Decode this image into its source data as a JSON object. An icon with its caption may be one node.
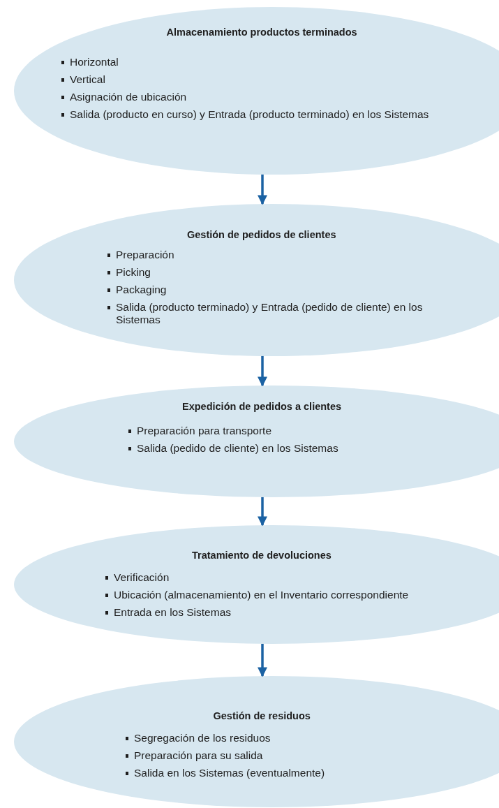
{
  "diagram": {
    "nodes": [
      {
        "text": [
          "Almacenamiento productos terminados",
          "Horizontal",
          "Vertical",
          "Asignación de ubicación",
          "Salida (producto en curso) y Entrada (producto terminado) en los Sistemas"
        ]
      },
      {
        "text": [
          "Gestión de pedidos de clientes",
          "Preparación",
          "Picking",
          "Packaging",
          "Salida (producto terminado) y Entrada (pedido de cliente) en los Sistemas"
        ]
      },
      {
        "text": [
          "Expedición de pedidos a clientes",
          "Preparación para transporte",
          "Salida (pedido de cliente) en los Sistemas"
        ]
      },
      {
        "text": [
          "Tratamiento de devoluciones",
          "Verificación",
          "Ubicación (almacenamiento) en el Inventario correspondiente",
          "Entrada en los Sistemas"
        ]
      },
      {
        "text": [
          "Gestión de residuos",
          "Segregación de los residuos",
          "Preparación para su salida",
          "Salida en los Sistemas (eventualmente)"
        ]
      }
    ],
    "edges": [
      {
        "from": 0,
        "to": 1,
        "arrow": "to"
      },
      {
        "from": 1,
        "to": 2,
        "arrow": "to"
      },
      {
        "from": 2,
        "to": 3,
        "arrow": "to"
      },
      {
        "from": 3,
        "to": 4,
        "arrow": "to"
      }
    ]
  }
}
